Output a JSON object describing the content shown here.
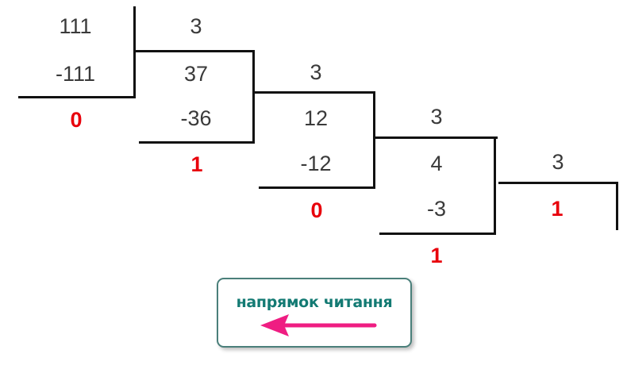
{
  "colors": {
    "remainder": "#e8000b",
    "legend_text": "#137a73",
    "arrow": "#ef1d82"
  },
  "division": {
    "step1": {
      "dividend": "111",
      "divisor": "3",
      "subtract": "-111",
      "quotient": "37",
      "remainder": "0"
    },
    "step2": {
      "subtract": "-36",
      "quotient": "12",
      "remainder": "1",
      "divisor": "3"
    },
    "step3": {
      "subtract": "-12",
      "quotient": "4",
      "remainder": "0",
      "divisor": "3"
    },
    "step4": {
      "subtract": "-3",
      "quotient": "1",
      "remainder": "1",
      "divisor": "3"
    }
  },
  "legend": {
    "label": "напрямок читання",
    "arrow_icon": "left-arrow-icon"
  }
}
